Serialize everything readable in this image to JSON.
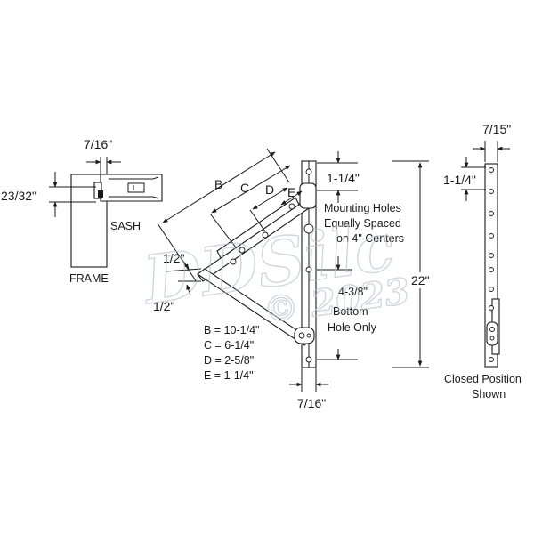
{
  "frame_detail": {
    "width_dim": "7/16\"",
    "height_dim": "23/32\"",
    "sash_label": "SASH",
    "frame_label": "FRAME"
  },
  "main_view": {
    "dim_b": "B",
    "dim_c": "C",
    "dim_d": "D",
    "dim_e": "E",
    "offset_top": "1/2\"",
    "offset_bottom": "1/2\"",
    "top_hole_dim": "1-1/4\"",
    "mounting_note": [
      "Mounting Holes",
      "Equally Spaced",
      "on 4\" Centers"
    ],
    "bottom_dim": "4-3/8\"",
    "bottom_note": [
      "Bottom",
      "Hole Only"
    ],
    "overall_length": "22\"",
    "track_width": "7/16\""
  },
  "legend": [
    "B = 10-1/4\"",
    "C = 6-1/4\"",
    "D = 2-5/8\"",
    "E = 1-1/4\""
  ],
  "closed_view": {
    "width_dim": "7/15\"",
    "top_dim": "1-1/4\"",
    "caption": [
      "Closed Position",
      "Shown"
    ]
  },
  "watermark": {
    "brand": "DDSilc",
    "year": "© 2023"
  },
  "colors": {
    "ink": "#1a1a1a",
    "watermark": "#b9c4cf"
  }
}
